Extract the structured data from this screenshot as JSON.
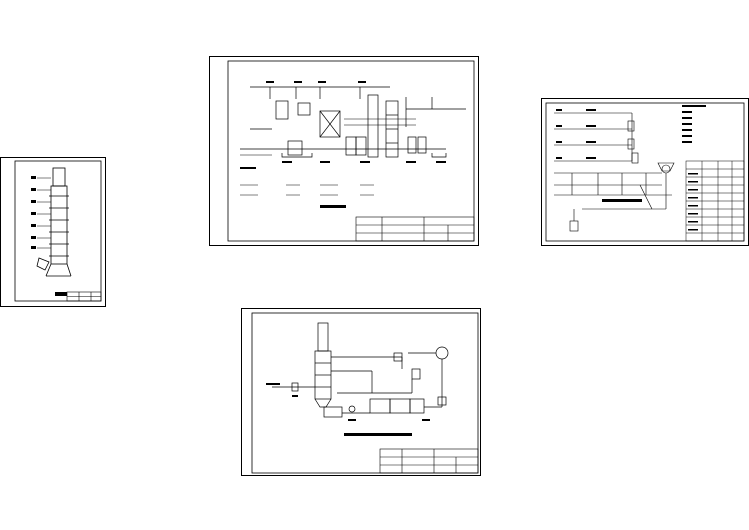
{
  "sheets": [
    {
      "id": "tower",
      "title": "",
      "caption": ""
    },
    {
      "id": "process-top",
      "title": "",
      "caption": ""
    },
    {
      "id": "pid-right",
      "title": "",
      "caption": ""
    },
    {
      "id": "process-bottom",
      "title": "",
      "caption": ""
    }
  ]
}
